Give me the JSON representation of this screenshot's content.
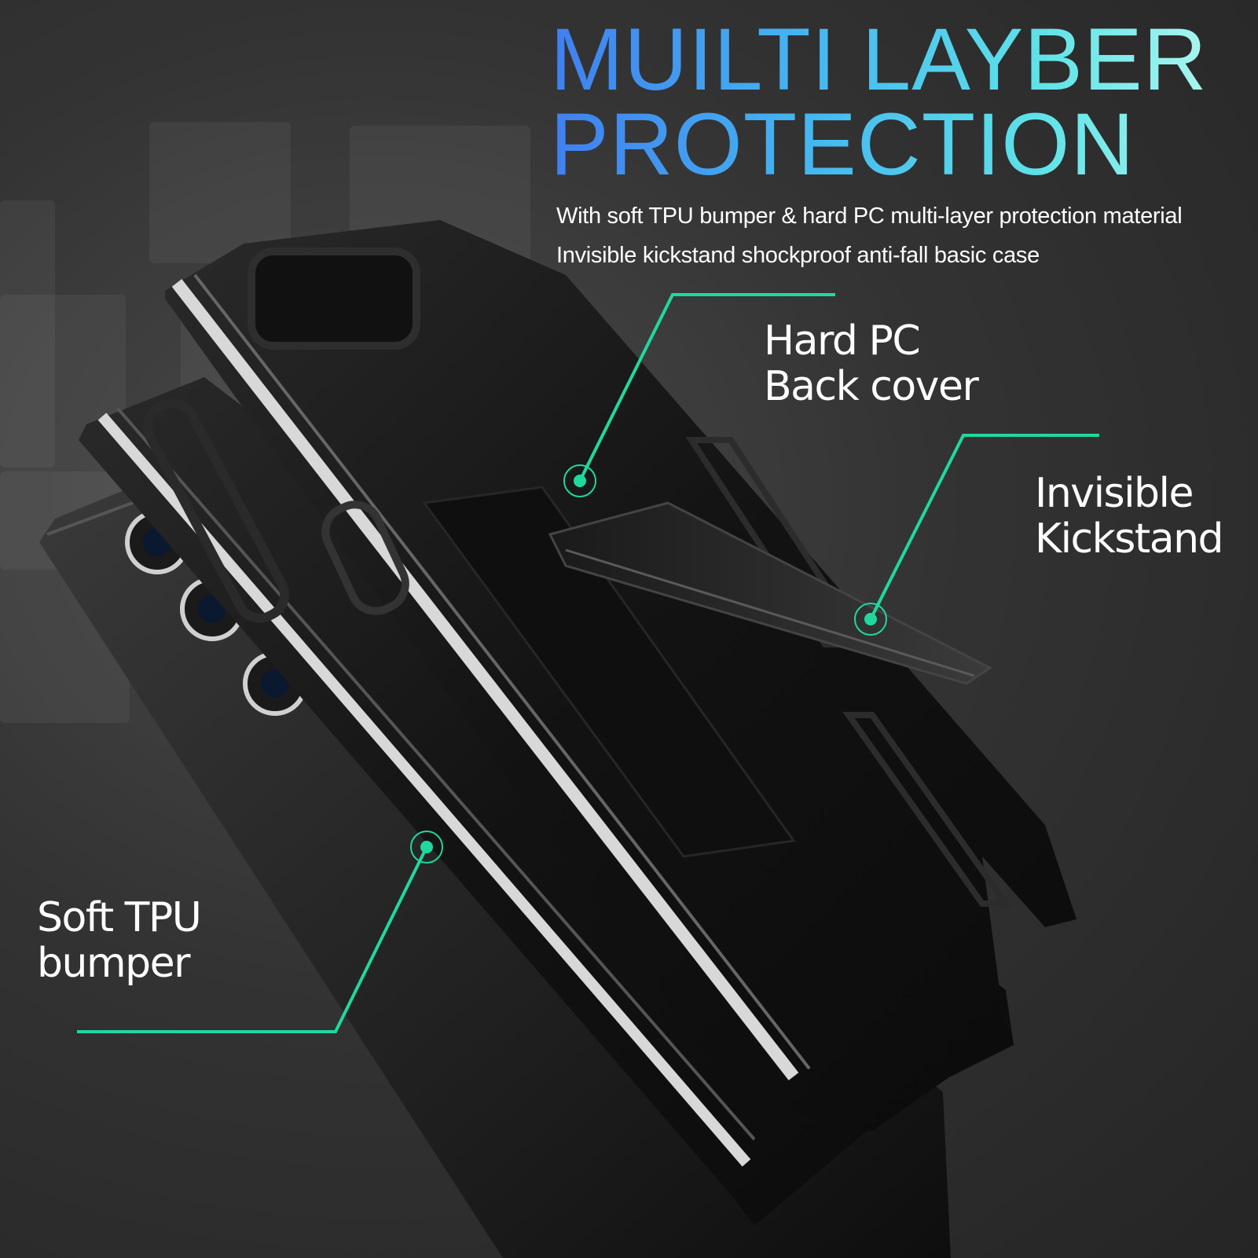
{
  "headline": {
    "line1": "MUILTI LAYBER",
    "line2": "PROTECTION"
  },
  "subtitle": {
    "line1": "With soft TPU bumper & hard PC multi-layer protection material",
    "line2": "Invisible kickstand shockproof anti-fall basic case"
  },
  "callouts": {
    "hard_pc": {
      "line1": "Hard PC",
      "line2": "Back cover"
    },
    "kickstand": {
      "line1": "Invisible",
      "line2": "Kickstand"
    },
    "tpu": {
      "line1": "Soft TPU",
      "line2": "bumper"
    }
  },
  "colors": {
    "accent_line": "#1fd8a0",
    "headline_gradient_start": "#3f7ff0",
    "headline_gradient_end": "#a9f5ef",
    "background": "#333333",
    "case_body": "#151515",
    "case_edge_highlight": "#d8d8d8"
  },
  "icons": [
    "callout-dot-icon",
    "camera-lens-icon",
    "kickstand-icon"
  ]
}
